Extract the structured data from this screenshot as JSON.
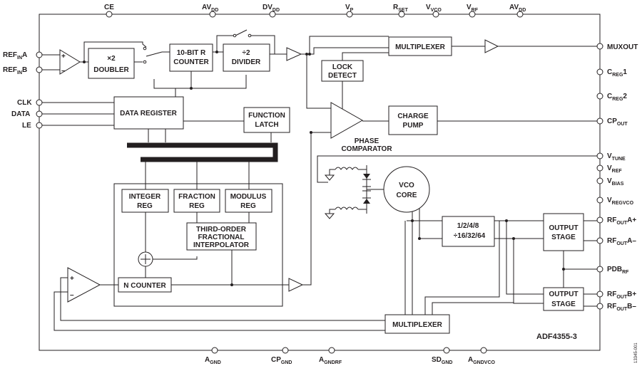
{
  "part_number": "ADF4355-3",
  "figure_id": "13345-001",
  "pins": {
    "top": [
      {
        "id": "ce",
        "main": "CE",
        "sub": ""
      },
      {
        "id": "avdd1",
        "main": "AV",
        "sub": "DD"
      },
      {
        "id": "dvdd",
        "main": "DV",
        "sub": "DD"
      },
      {
        "id": "vp",
        "main": "V",
        "sub": "P"
      },
      {
        "id": "rset",
        "main": "R",
        "sub": "SET"
      },
      {
        "id": "vvco",
        "main": "V",
        "sub": "VCO"
      },
      {
        "id": "vrf",
        "main": "V",
        "sub": "RF"
      },
      {
        "id": "avdd2",
        "main": "AV",
        "sub": "DD"
      }
    ],
    "left": [
      {
        "id": "refina",
        "main": "REF",
        "sub": "IN",
        "suffix": "A"
      },
      {
        "id": "refinb",
        "main": "REF",
        "sub": "IN",
        "suffix": "B"
      },
      {
        "id": "clk",
        "main": "CLK",
        "sub": "",
        "suffix": ""
      },
      {
        "id": "data",
        "main": "DATA",
        "sub": "",
        "suffix": ""
      },
      {
        "id": "le",
        "main": "LE",
        "sub": "",
        "suffix": ""
      }
    ],
    "right": [
      {
        "id": "muxout",
        "main": "MUXOUT",
        "sub": "",
        "suffix": ""
      },
      {
        "id": "creg1",
        "main": "C",
        "sub": "REG",
        "suffix": "1"
      },
      {
        "id": "creg2",
        "main": "C",
        "sub": "REG",
        "suffix": "2"
      },
      {
        "id": "cpout",
        "main": "CP",
        "sub": "OUT",
        "suffix": ""
      },
      {
        "id": "vtune",
        "main": "V",
        "sub": "TUNE",
        "suffix": ""
      },
      {
        "id": "vref",
        "main": "V",
        "sub": "REF",
        "suffix": ""
      },
      {
        "id": "vbias",
        "main": "V",
        "sub": "BIAS",
        "suffix": ""
      },
      {
        "id": "vregvco",
        "main": "V",
        "sub": "REGVCO",
        "suffix": ""
      },
      {
        "id": "rfouta_p",
        "main": "RF",
        "sub": "OUT",
        "suffix": "A+"
      },
      {
        "id": "rfouta_n",
        "main": "RF",
        "sub": "OUT",
        "suffix": "A–"
      },
      {
        "id": "pdbrf",
        "main": "PDB",
        "sub": "RF",
        "suffix": ""
      },
      {
        "id": "rfoutb_p",
        "main": "RF",
        "sub": "OUT",
        "suffix": "B+"
      },
      {
        "id": "rfoutb_n",
        "main": "RF",
        "sub": "OUT",
        "suffix": "B–"
      }
    ],
    "bottom": [
      {
        "id": "agnd",
        "main": "A",
        "sub": "GND"
      },
      {
        "id": "cpgnd",
        "main": "CP",
        "sub": "GND"
      },
      {
        "id": "agndrf",
        "main": "A",
        "sub": "GNDRF"
      },
      {
        "id": "sdgnd",
        "main": "SD",
        "sub": "GND"
      },
      {
        "id": "agndvco",
        "main": "A",
        "sub": "GNDVCO"
      }
    ]
  },
  "blocks": {
    "doubler": [
      "×2",
      "DOUBLER"
    ],
    "r_counter": [
      "10-BIT R",
      "COUNTER"
    ],
    "divider": [
      "÷2",
      "DIVIDER"
    ],
    "multiplexer_top": [
      "MULTIPLEXER"
    ],
    "lock_detect": [
      "LOCK",
      "DETECT"
    ],
    "data_register": [
      "DATA REGISTER"
    ],
    "function_latch": [
      "FUNCTION",
      "LATCH"
    ],
    "charge_pump": [
      "CHARGE",
      "PUMP"
    ],
    "phase_comparator": [
      "PHASE",
      "COMPARATOR"
    ],
    "integer_reg": [
      "INTEGER",
      "REG"
    ],
    "fraction_reg": [
      "FRACTION",
      "REG"
    ],
    "modulus_reg": [
      "MODULUS",
      "REG"
    ],
    "interpolator": [
      "THIRD-ORDER",
      "FRACTIONAL",
      "INTERPOLATOR"
    ],
    "n_counter": [
      "N COUNTER"
    ],
    "vco_core": [
      "VCO",
      "CORE"
    ],
    "out_divider": [
      "1/2/4/8",
      "÷16/32/64"
    ],
    "output_stage_a": [
      "OUTPUT",
      "STAGE"
    ],
    "output_stage_b": [
      "OUTPUT",
      "STAGE"
    ],
    "multiplexer_bottom": [
      "MULTIPLEXER"
    ]
  },
  "opamp_signs": {
    "plus": "+",
    "minus": "–"
  }
}
